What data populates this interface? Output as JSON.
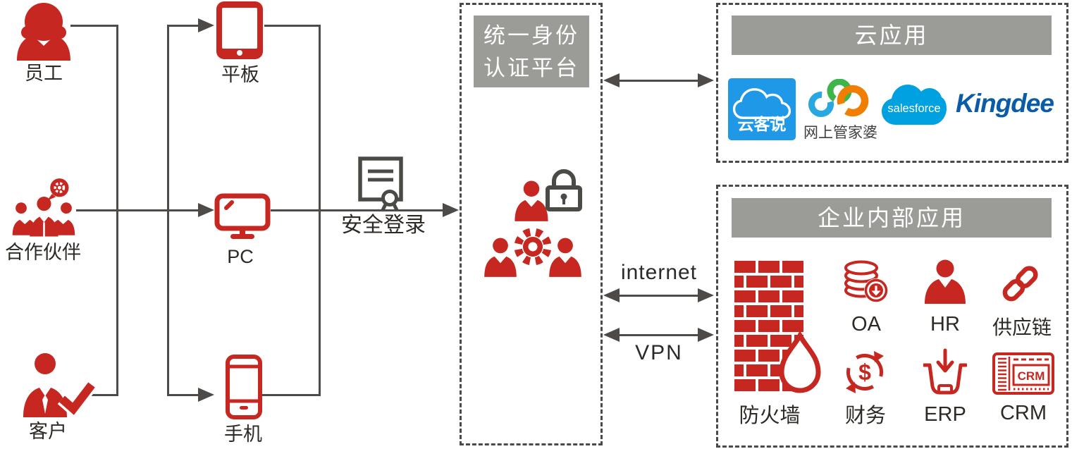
{
  "colors": {
    "icon_red": "#C62821",
    "line_gray": "#4D4A47",
    "dash_gray": "#4A4A4A",
    "header_gray": "#9B9B97",
    "text_dark": "#2D2A26",
    "salesforce_blue": "#00A1E0",
    "yunkeshuo_blue": "#1F98E8",
    "kingdee_blue": "#0A5CA8",
    "guanjiapo_green": "#3DB54A",
    "guanjiapo_blue": "#29A7E0",
    "guanjiapo_orange": "#F07E00"
  },
  "actors": {
    "employee": "员工",
    "partner": "合作伙伴",
    "customer": "客户"
  },
  "devices": {
    "tablet": "平板",
    "pc": "PC",
    "phone": "手机"
  },
  "secure_login": "安全登录",
  "platform": {
    "title_line1": "统一身份",
    "title_line2": "认证平台"
  },
  "network": {
    "internet": "internet",
    "vpn": "VPN"
  },
  "cloud_box": {
    "title": "云应用",
    "yunkeshuo": "云客说",
    "guanjiapo": "网上管家婆",
    "salesforce": "salesforce",
    "kingdee": "Kingdee"
  },
  "internal_box": {
    "title": "企业内部应用",
    "firewall": "防火墙",
    "oa": "OA",
    "hr": "HR",
    "supply_chain": "供应链",
    "finance": "财务",
    "finance_symbol": "$",
    "erp": "ERP",
    "crm": "CRM",
    "crm_icon_text": "CRM"
  }
}
